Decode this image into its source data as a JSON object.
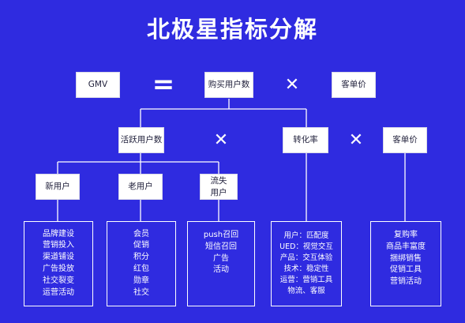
{
  "title": "北极星指标分解",
  "operators": {
    "equals": "=",
    "times": "✕"
  },
  "row1": {
    "gmv": "GMV",
    "buyers": "购买用户数",
    "aov": "客单价"
  },
  "row2": {
    "active_users": "活跃用户数",
    "conversion": "转化率",
    "aov": "客单价"
  },
  "row3": {
    "new_users": "新用户",
    "old_users": "老用户",
    "churn_line1": "流失",
    "churn_line2": "用户"
  },
  "details": {
    "new_users": [
      "品牌建设",
      "营销投入",
      "渠道铺设",
      "广告投放",
      "社交裂变",
      "运营活动"
    ],
    "old_users": [
      "会员",
      "促销",
      "积分",
      "红包",
      "勋章",
      "社交"
    ],
    "churn_users": [
      "push召回",
      "短信召回",
      "广告",
      "活动"
    ],
    "conversion": [
      "用户：匹配度",
      "UED：视觉交互",
      "产品：交互体验",
      "技术：稳定性",
      "运营：营销工具",
      "物流、客服"
    ],
    "aov": [
      "复购率",
      "商品丰富度",
      "捆绑销售",
      "促销工具",
      "营销活动"
    ]
  }
}
